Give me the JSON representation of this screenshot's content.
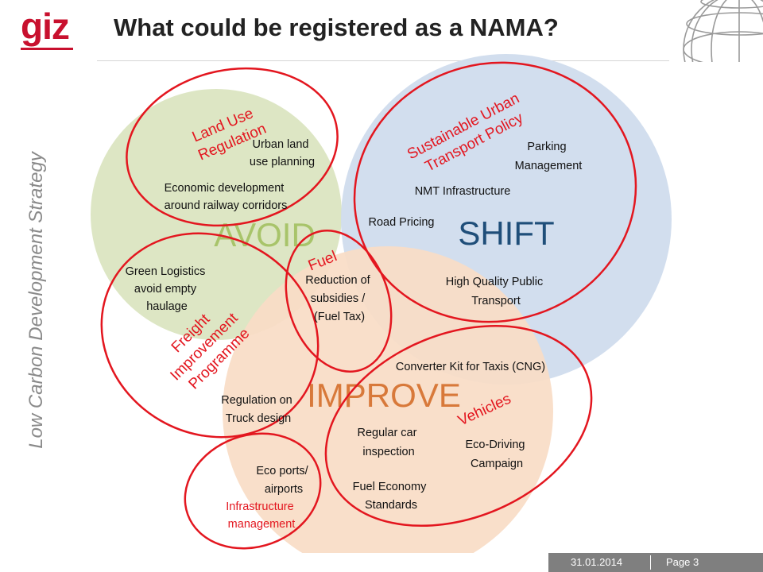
{
  "header": {
    "logo": "giz",
    "title": "What could be registered as a NAMA?"
  },
  "side_label": "Low Carbon Development Strategy",
  "diagram": {
    "circles": {
      "avoid": "AVOID",
      "shift": "SHIFT",
      "improve": "IMPROVE"
    },
    "groups": {
      "land_use": {
        "line1": "Land Use",
        "line2": "Regulation"
      },
      "sustainable_urban": {
        "line1": "Sustainable Urban",
        "line2": "Transport Policy"
      },
      "fuel": "Fuel",
      "freight": {
        "line1": "Freight",
        "line2": "Improvement",
        "line3": "Programme"
      },
      "vehicles": "Vehicles",
      "infrastructure": {
        "line1": "Infrastructure",
        "line2": "management"
      }
    },
    "items": {
      "urban_land": {
        "line1": "Urban land",
        "line2": "use planning"
      },
      "economic_dev": {
        "line1": "Economic development",
        "line2": "around railway corridors"
      },
      "parking": {
        "line1": "Parking",
        "line2": "Management"
      },
      "nmt": "NMT Infrastructure",
      "road_pricing": "Road Pricing",
      "green_logistics": {
        "line1": "Green Logistics",
        "line2": "avoid empty",
        "line3": "haulage"
      },
      "reduction": {
        "line1": "Reduction of",
        "line2": "subsidies /",
        "line3": "(Fuel Tax)"
      },
      "high_quality": {
        "line1": "High Quality Public",
        "line2": "Transport"
      },
      "converter": "Converter Kit for Taxis (CNG)",
      "regulation_truck": {
        "line1": "Regulation on",
        "line2": "Truck design"
      },
      "regular_car": {
        "line1": "Regular car",
        "line2": "inspection"
      },
      "eco_driving": {
        "line1": "Eco-Driving",
        "line2": "Campaign"
      },
      "eco_ports": {
        "line1": "Eco ports/",
        "line2": "airports"
      },
      "fuel_economy": {
        "line1": "Fuel Economy",
        "line2": "Standards"
      }
    },
    "colors": {
      "avoid_fill": "#dde6c4",
      "shift_fill": "#d0dced",
      "improve_fill": "#f8dcc6",
      "avoid_text": "#a8c46a",
      "shift_text": "#1f4e79",
      "improve_text": "#d8793a",
      "red": "#e3161f"
    }
  },
  "footer": {
    "date": "31.01.2014",
    "page": "Page 3"
  }
}
